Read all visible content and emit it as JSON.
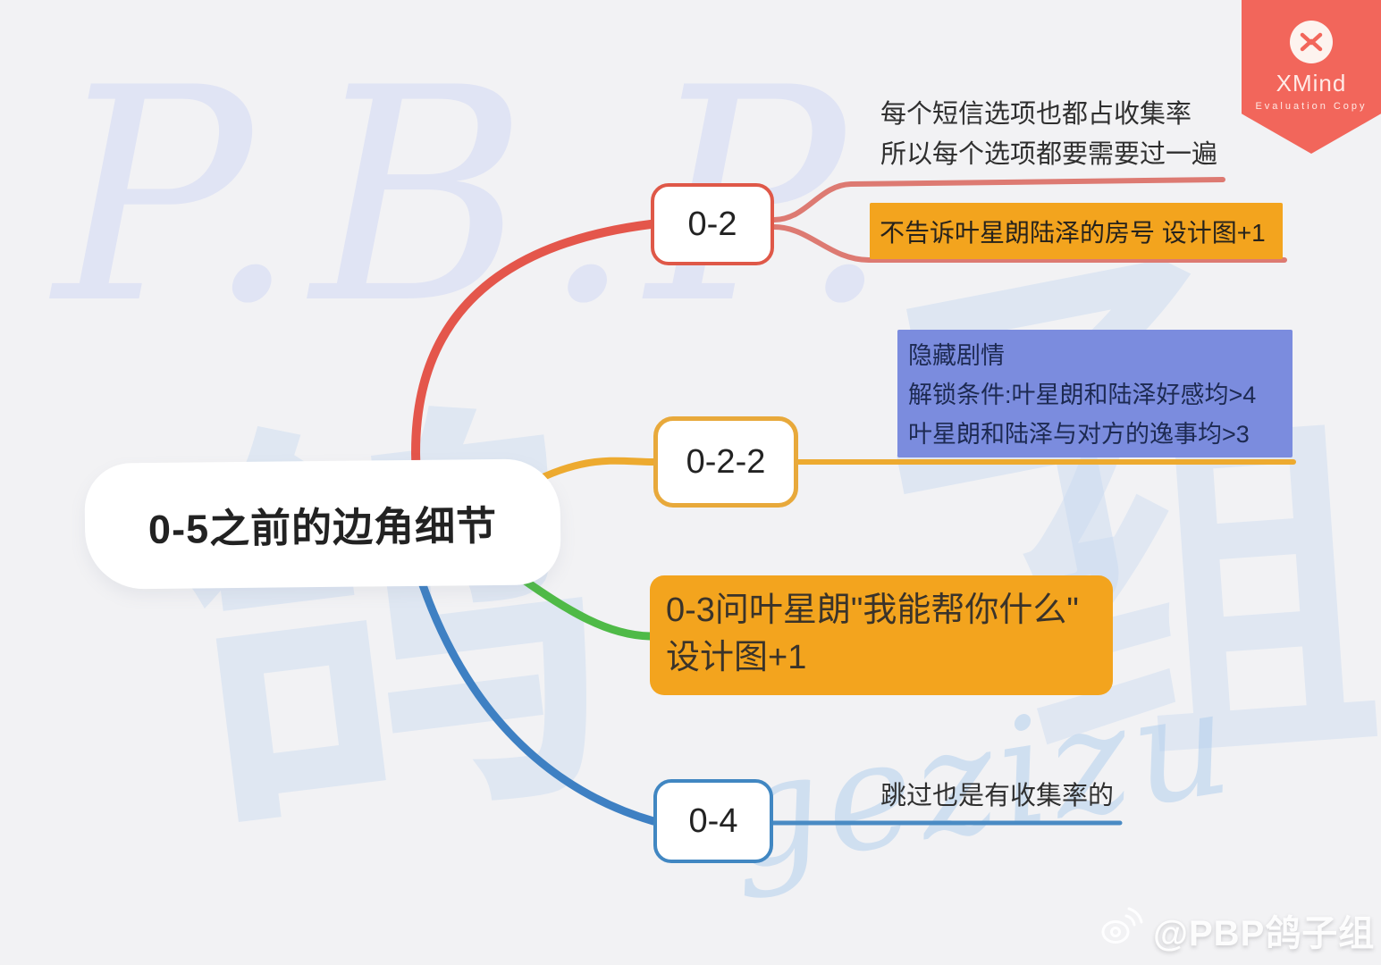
{
  "canvas": {
    "background": "#f2f2f4"
  },
  "badge": {
    "app_name": "XMind",
    "subtitle": "Evaluation Copy",
    "color": "#f2665b"
  },
  "central_topic": {
    "label": "0-5之前的边角细节"
  },
  "nodes": {
    "n02": {
      "label": "0-2",
      "border_color": "#df5848"
    },
    "n022": {
      "label": "0-2-2",
      "border_color": "#e8a93b"
    },
    "n04": {
      "label": "0-4",
      "border_color": "#4187c2"
    }
  },
  "notes": {
    "sms": {
      "line1": "每个短信选项也都占收集率",
      "line2": "所以每个选项都要需要过一遍"
    },
    "skip": {
      "text": "跳过也是有收集率的"
    }
  },
  "highlights": {
    "room": {
      "text": "不告诉叶星朗陆泽的房号 设计图+1",
      "bg": "#f3a41e"
    },
    "hidden": {
      "line1": "隐藏剧情",
      "line2": "解锁条件:叶星朗和陆泽好感均>4",
      "line3": "叶星朗和陆泽与对方的逸事均>3",
      "bg": "#7b8cde"
    },
    "ask": {
      "line1": "0-3问叶星朗\"我能帮你什么\"",
      "line2": "设计图+1",
      "bg": "#f3a41e"
    }
  },
  "branch_colors": {
    "red": "#e4564b",
    "red_light": "#dd7a72",
    "yellow": "#edaa2f",
    "green": "#4fba47",
    "blue": "#3e80c3",
    "blue_light": "#4a8bc4"
  },
  "watermarks": {
    "pbp": "P.B.P.",
    "gezi_char_1": "鸽",
    "gezi_char_2": "子",
    "gezi_char_3": "组",
    "gezi_latin": "gezizu",
    "weibo_credit": "@PBP鸽子组"
  }
}
